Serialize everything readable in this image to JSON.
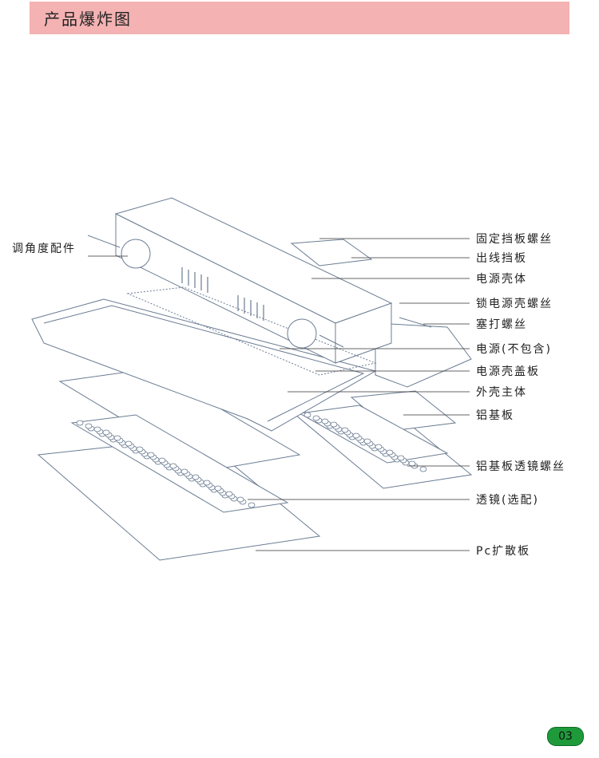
{
  "header": {
    "title": "产品爆炸图",
    "color": "#f4b2b2"
  },
  "labels": {
    "left": "调角度配件",
    "right": [
      "固定挡板螺丝",
      "出线挡板",
      "电源壳体",
      "锁电源壳螺丝",
      "塞打螺丝",
      "电源(不包含)",
      "电源壳盖板",
      "外壳主体",
      "铝基板",
      "铝基板透镜螺丝",
      "透镜(选配)",
      "Pc扩散板"
    ]
  },
  "page_number": "03"
}
